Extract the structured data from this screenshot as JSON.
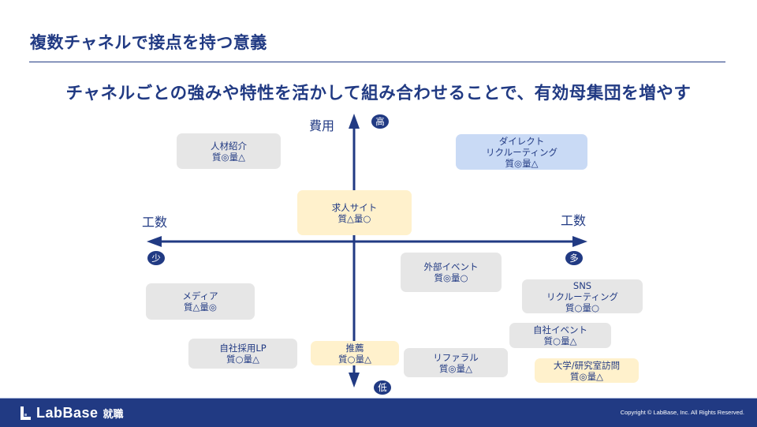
{
  "slide": {
    "title": "複数チャネルで接点を持つ意義",
    "subtitle": "チャネルごとの強みや特性を活かして組み合わせることで、有効母集団を増やす"
  },
  "axes": {
    "vertical_label": "費用",
    "vertical_high": "高",
    "vertical_low": "低",
    "horizontal_label_left": "工数",
    "horizontal_label_right": "工数",
    "horizontal_low": "少",
    "horizontal_high": "多",
    "axis_color": "#213a83"
  },
  "channels": [
    {
      "name": "人材紹介",
      "rating": "質◎量△",
      "style": "gray"
    },
    {
      "name_line1": "ダイレクト",
      "name_line2": "リクルーティング",
      "rating": "質◎量△",
      "style": "blue"
    },
    {
      "name": "求人サイト",
      "rating": "質△量○",
      "style": "yellow"
    },
    {
      "name": "外部イベント",
      "rating": "質◎量○",
      "style": "gray"
    },
    {
      "name": "メディア",
      "rating": "質△量◎",
      "style": "gray"
    },
    {
      "name_line1": "SNS",
      "name_line2": "リクルーティング",
      "rating": "質○量○",
      "style": "gray"
    },
    {
      "name": "自社イベント",
      "rating": "質○量△",
      "style": "gray"
    },
    {
      "name": "自社採用LP",
      "rating": "質○量△",
      "style": "gray"
    },
    {
      "name": "推薦",
      "rating": "質○量△",
      "style": "yellow"
    },
    {
      "name": "リファラル",
      "rating": "質◎量△",
      "style": "gray"
    },
    {
      "name": "大学/研究室訪問",
      "rating": "質◎量△",
      "style": "yellow"
    }
  ],
  "colors": {
    "primary": "#213a83",
    "box_gray": "#e6e6e6",
    "box_yellow": "#fff1cc",
    "box_blue": "#c9daf5"
  },
  "footer": {
    "logo_text": "LabBase",
    "logo_sub": "就職",
    "copyright": "Copyright © LabBase, Inc. All Rights Reserved."
  }
}
